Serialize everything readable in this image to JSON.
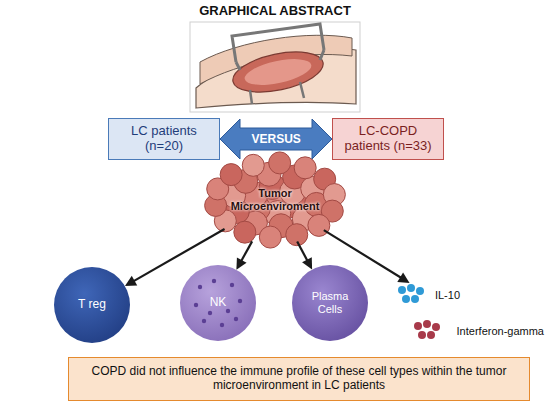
{
  "diagram": {
    "title": "GRAPHICAL ABSTRACT",
    "nodes": [
      {
        "text": [
          "LC patients (n=20)"
        ]
      },
      {
        "text": [
          "LC-COPD patients (n=33)"
        ]
      },
      {
        "text": [
          "Tumor Microenviroment"
        ]
      },
      {
        "text": [
          "T reg"
        ]
      },
      {
        "text": [
          "NK"
        ]
      },
      {
        "text": [
          "Plasma Cells"
        ]
      },
      {
        "text": [
          "IL-10"
        ]
      },
      {
        "text": [
          "Interferon-gamma"
        ]
      },
      {
        "text": [
          "COPD did not influence the immune profile of these cell types within the tumor microenvironment in LC patients"
        ]
      }
    ],
    "edges": [
      {
        "from": 0,
        "to": 1,
        "label": "VERSUS",
        "arrow": "both"
      },
      {
        "from": 2,
        "to": 3,
        "arrow": "to"
      },
      {
        "from": 2,
        "to": 4,
        "arrow": "to"
      },
      {
        "from": 2,
        "to": 5,
        "arrow": "to"
      },
      {
        "from": 2,
        "to": 6,
        "arrow": "to"
      }
    ]
  }
}
